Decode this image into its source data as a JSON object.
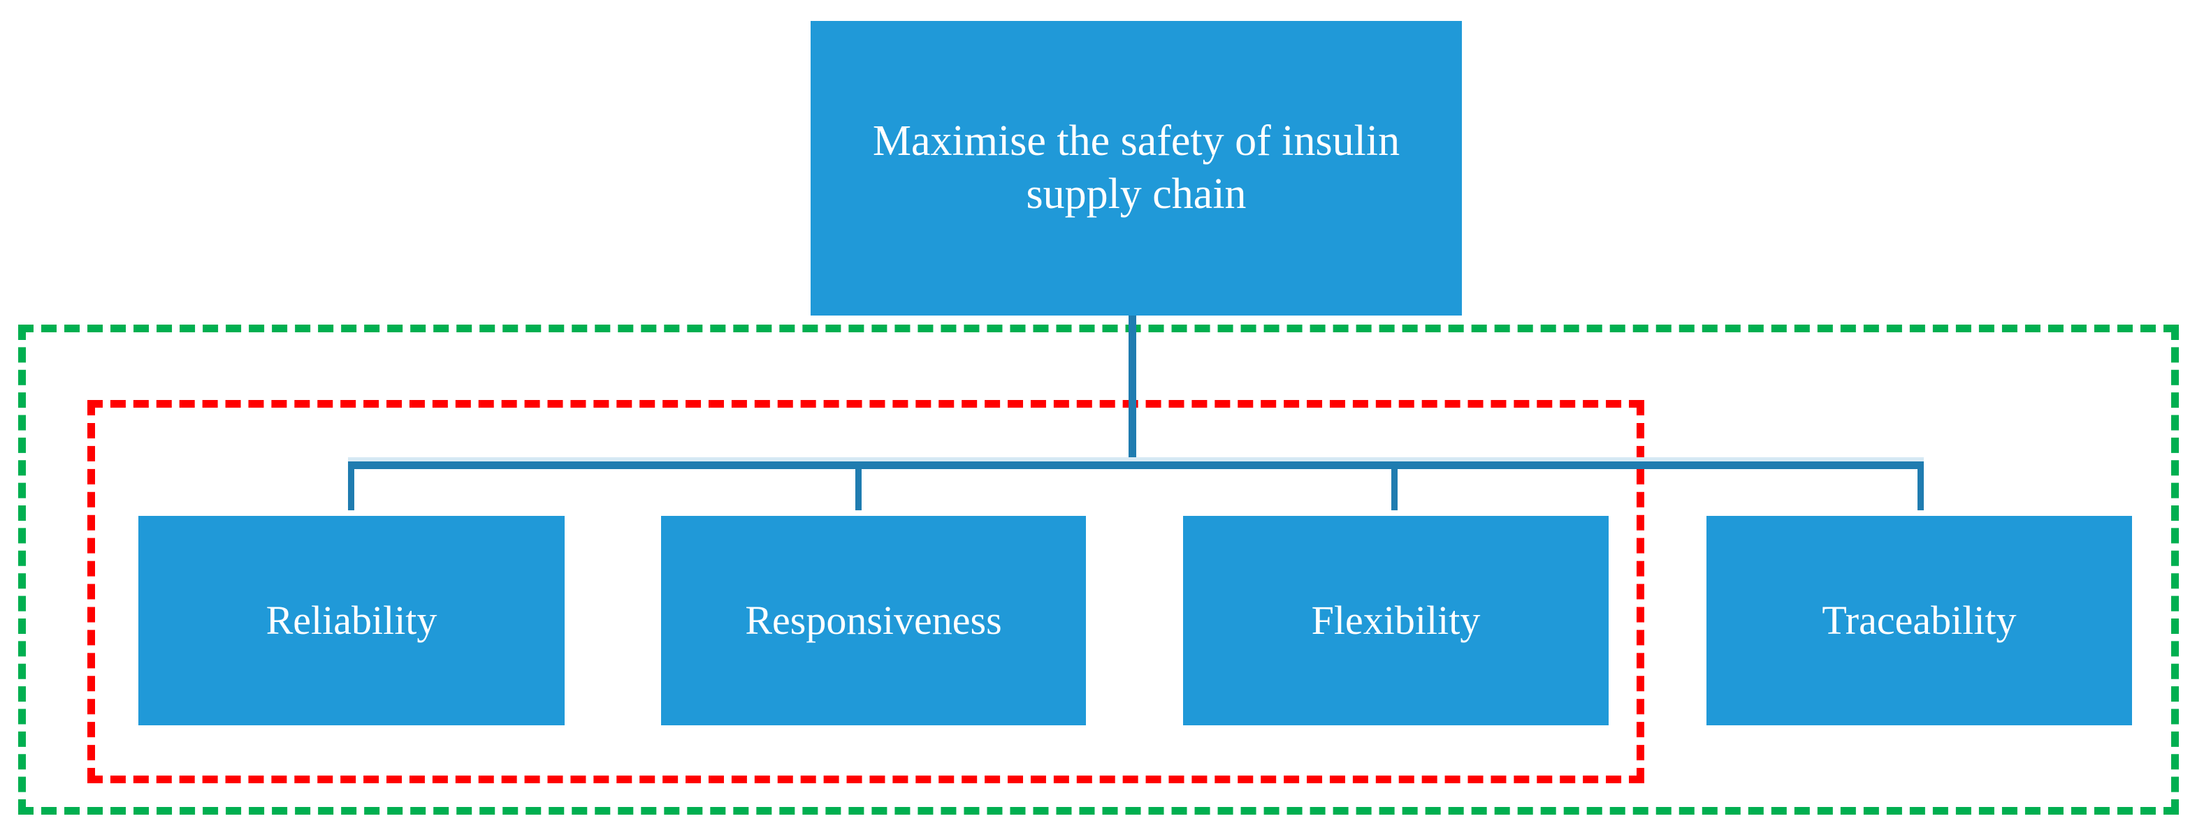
{
  "diagram": {
    "type": "hierarchy-tree",
    "title_node": {
      "id": "root",
      "label": "Maximise the safety of insulin supply chain"
    },
    "leaf_nodes": [
      {
        "id": "reliability",
        "label": "Reliability"
      },
      {
        "id": "responsiveness",
        "label": "Responsiveness"
      },
      {
        "id": "flexibility",
        "label": "Flexibility"
      },
      {
        "id": "traceability",
        "label": "Traceability"
      }
    ],
    "groups": [
      {
        "id": "green-group",
        "color": "#00AF50",
        "style": "dashed",
        "covers": [
          "reliability",
          "responsiveness",
          "flexibility",
          "traceability"
        ]
      },
      {
        "id": "red-group",
        "color": "#FF0000",
        "style": "dashed",
        "covers": [
          "reliability",
          "responsiveness",
          "flexibility"
        ]
      }
    ],
    "colors": {
      "node_fill": "#2099D8",
      "node_text": "#FFFFFF",
      "connector": "#1F7CB0",
      "background": "#FFFFFF"
    }
  }
}
